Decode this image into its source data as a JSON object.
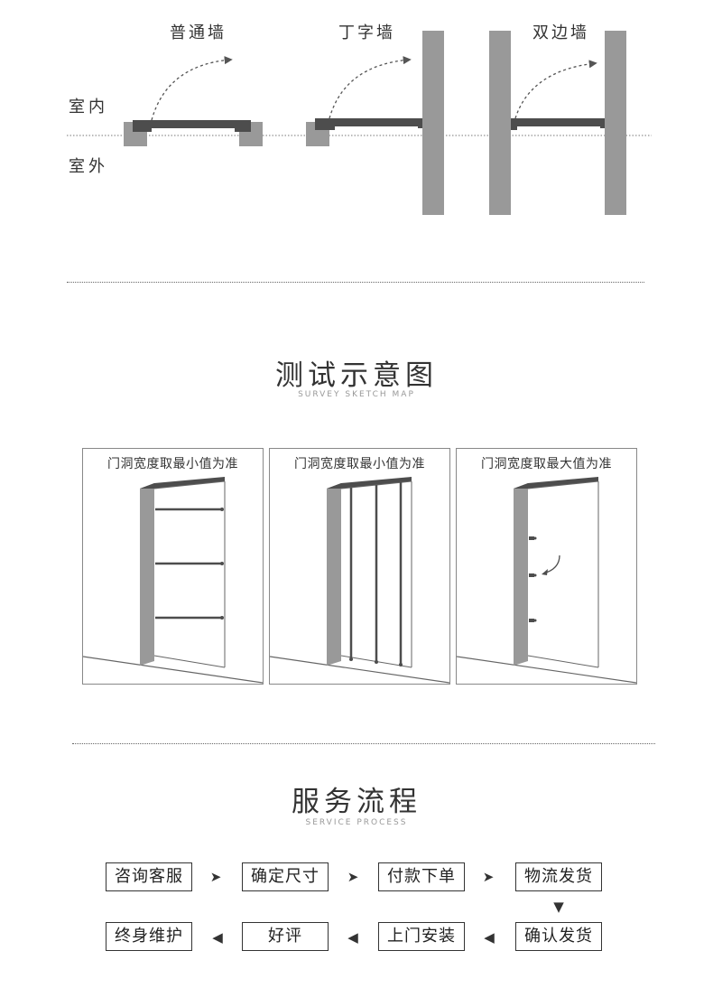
{
  "wall_types": {
    "labels": [
      "普通墙",
      "丁字墙",
      "双边墙"
    ],
    "indoor": "室内",
    "outdoor": "室外"
  },
  "survey": {
    "title": "测试示意图",
    "subtitle": "SURVEY SKETCH MAP",
    "panels": [
      {
        "caption": "门洞宽度取最小值为准"
      },
      {
        "caption": "门洞宽度取最小值为准"
      },
      {
        "caption": "门洞宽度取最大值为准"
      }
    ]
  },
  "service": {
    "title": "服务流程",
    "subtitle": "SERVICE PROCESS",
    "steps": [
      "咨询客服",
      "确定尺寸",
      "付款下单",
      "物流发货",
      "确认发货",
      "上门安装",
      "好评",
      "终身维护"
    ],
    "arrows": {
      "right": "➤",
      "left": "◀",
      "down": "▼"
    }
  },
  "colors": {
    "wall": "#999999",
    "frame": "#4d4d4d",
    "text": "#333333"
  }
}
